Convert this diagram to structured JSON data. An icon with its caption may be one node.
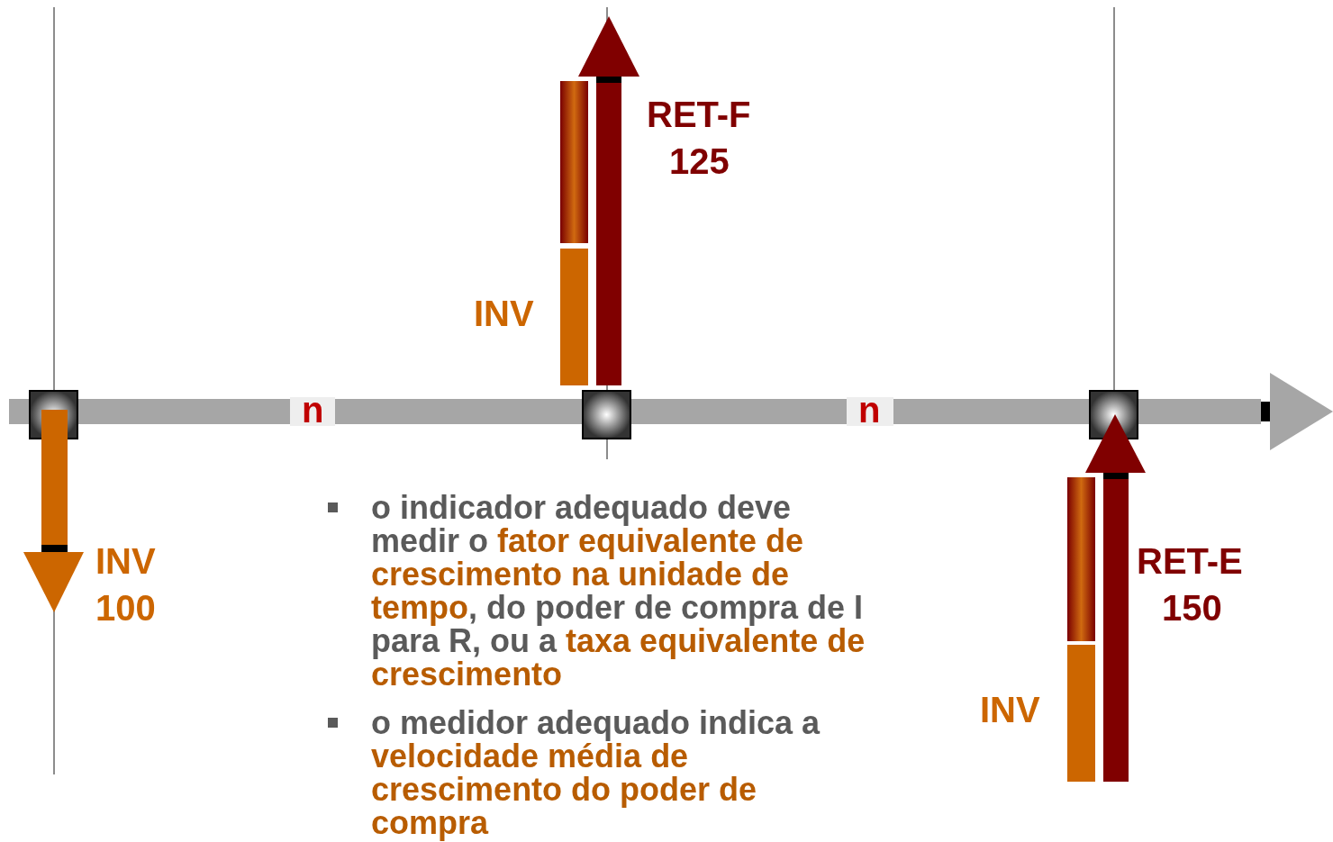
{
  "diagram": {
    "labels": [
      "RET-F",
      "125",
      "INV",
      "n",
      "n",
      "INV",
      "100",
      "RET-E",
      "150",
      "INV",
      "o indicador adequado deve medir o *fator equivalente de crescimento na unidade de tempo*, do poder de compra de I para R, ou a *taxa equivalente de crescimento*",
      "o medidor adequado indica a *velocidade média de crescimento do poder de compra*"
    ]
  }
}
